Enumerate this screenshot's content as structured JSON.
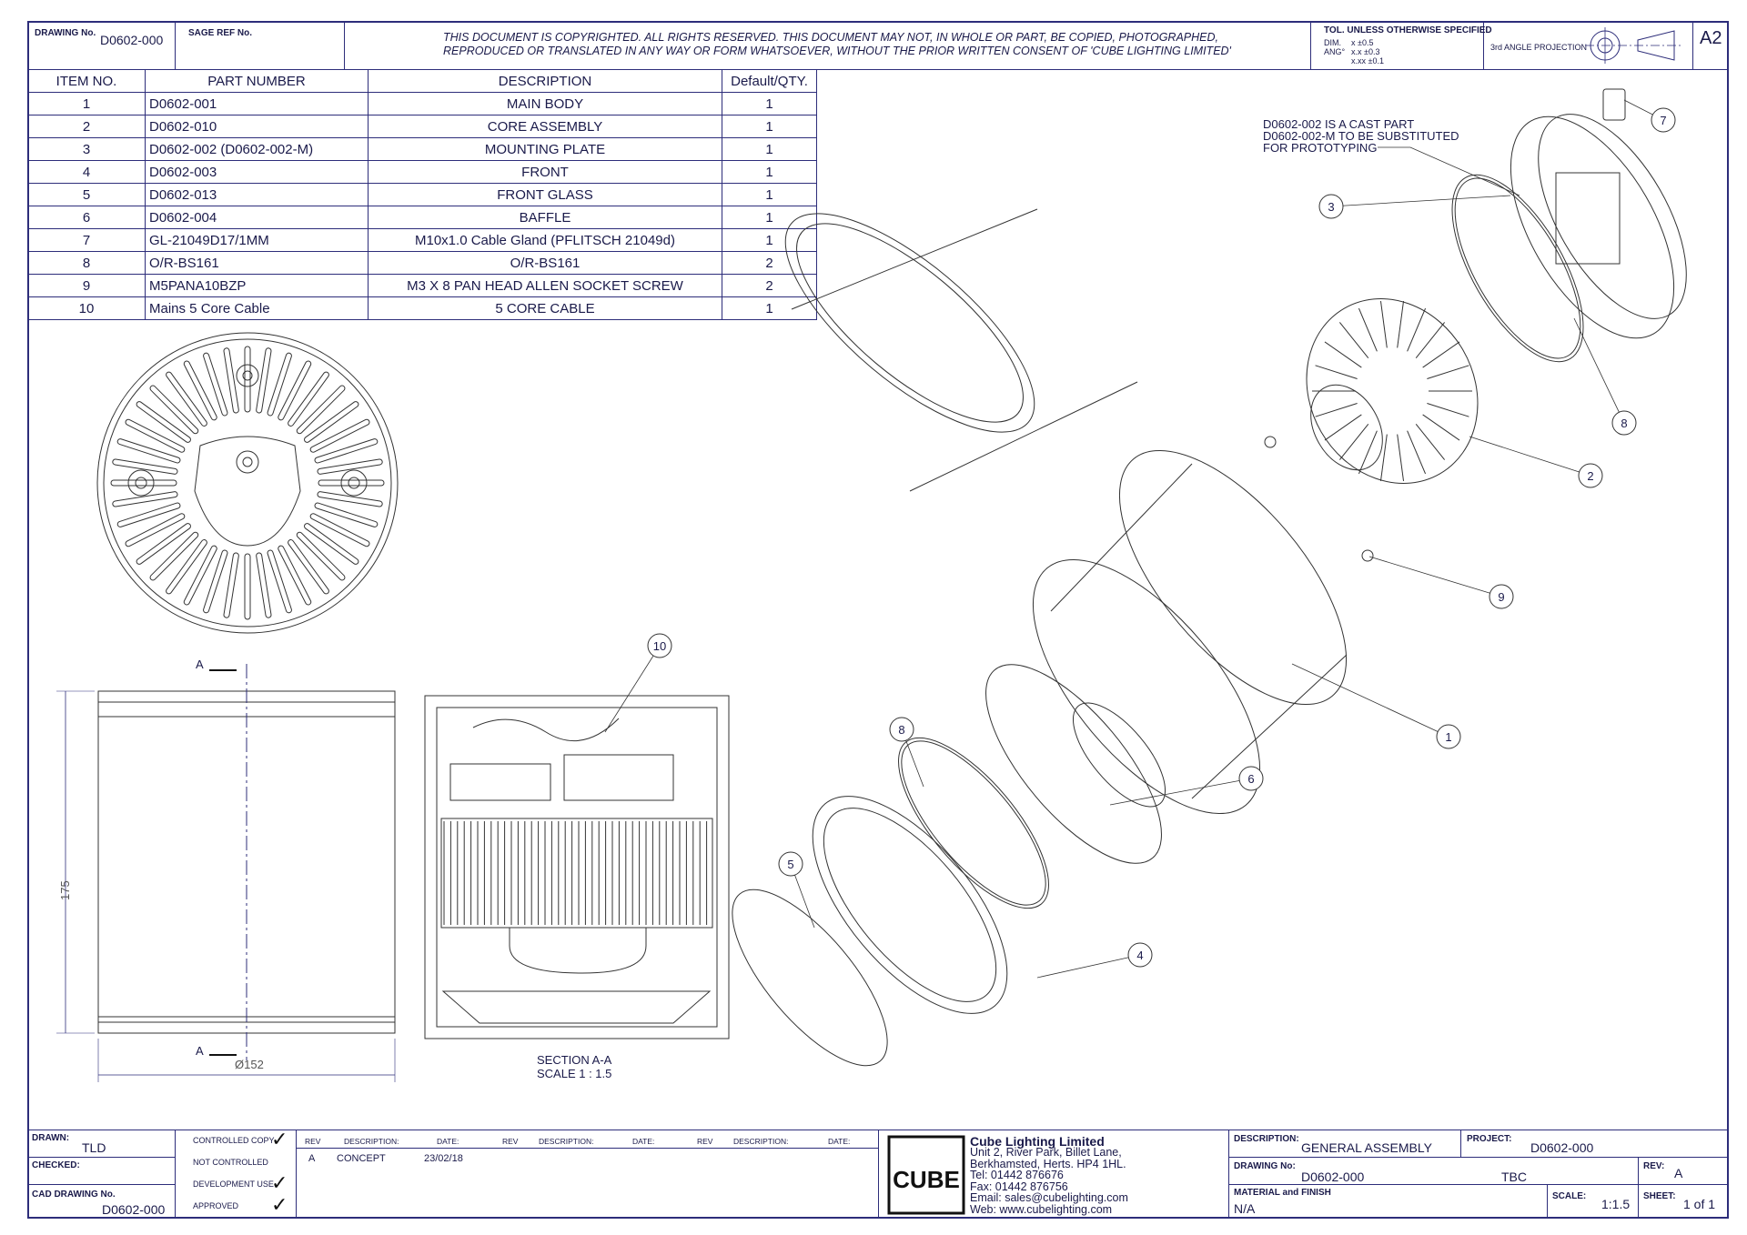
{
  "header": {
    "drawing_no_label": "DRAWING No.",
    "drawing_no": "D0602-000",
    "sage_ref_label": "SAGE REF No.",
    "copyright": "THIS DOCUMENT IS COPYRIGHTED. ALL RIGHTS RESERVED. THIS DOCUMENT MAY NOT, IN WHOLE OR PART, BE COPIED, PHOTOGRAPHED, REPRODUCED OR TRANSLATED IN ANY WAY OR FORM WHATSOEVER, WITHOUT THE PRIOR WRITTEN CONSENT OF 'CUBE LIGHTING LIMITED'",
    "tol_title": "TOL. UNLESS OTHERWISE SPECIFIED",
    "tol_dim": "DIM.",
    "tol_ang": "ANG°",
    "tol_x": "x    ±0.5",
    "tol_xx": "x.x  ±0.3",
    "tol_xxx": "x.xx  ±0.1",
    "projection": "3rd ANGLE PROJECTION",
    "sheet_size": "A2"
  },
  "bom": {
    "headers": [
      "ITEM NO.",
      "PART NUMBER",
      "DESCRIPTION",
      "Default/QTY."
    ],
    "rows": [
      [
        "1",
        "D0602-001",
        "MAIN BODY",
        "1"
      ],
      [
        "2",
        "D0602-010",
        "CORE ASSEMBLY",
        "1"
      ],
      [
        "3",
        "D0602-002 (D0602-002-M)",
        "MOUNTING PLATE",
        "1"
      ],
      [
        "4",
        "D0602-003",
        "FRONT",
        "1"
      ],
      [
        "5",
        "D0602-013",
        "FRONT GLASS",
        "1"
      ],
      [
        "6",
        "D0602-004",
        "BAFFLE",
        "1"
      ],
      [
        "7",
        "GL-21049D17/1MM",
        "M10x1.0 Cable Gland (PFLITSCH 21049d)",
        "1"
      ],
      [
        "8",
        "O/R-BS161",
        "O/R-BS161",
        "2"
      ],
      [
        "9",
        "M5PANA10BZP",
        "M3 X 8 PAN HEAD ALLEN SOCKET SCREW",
        "2"
      ],
      [
        "10",
        "Mains 5 Core Cable",
        "5 CORE CABLE",
        "1"
      ]
    ]
  },
  "drawing": {
    "note_lines": [
      "D0602-002 IS A CAST PART",
      "D0602-002-M TO BE SUBSTITUTED",
      "FOR PROTOTYPING"
    ],
    "section_marker": "A",
    "dim_height": "175",
    "dim_diameter": "Ø152",
    "section_title": "SECTION A-A",
    "section_scale": "SCALE 1 : 1.5",
    "balloons": [
      "1",
      "2",
      "3",
      "4",
      "5",
      "6",
      "7",
      "8",
      "8",
      "9",
      "10"
    ],
    "line_color": "#2d2d7a",
    "part_color": "#333333"
  },
  "title_block": {
    "drawn_label": "DRAWN:",
    "drawn": "TLD",
    "checked_label": "CHECKED:",
    "cad_label": "CAD DRAWING No.",
    "cad_no": "D0602-000",
    "status_items": [
      "CONTROLLED COPY",
      "NOT CONTROLLED",
      "DEVELOPMENT USE",
      "APPROVED"
    ],
    "rev_headers": [
      "REV",
      "DESCRIPTION:",
      "DATE:",
      "REV",
      "DESCRIPTION:",
      "DATE:",
      "REV",
      "DESCRIPTION:",
      "DATE:"
    ],
    "rev_row": {
      "rev": "A",
      "description": "CONCEPT",
      "date": "23/02/18"
    },
    "company_name": "Cube Lighting Limited",
    "address_lines": [
      "Unit 2, River Park, Billet Lane,",
      "Berkhamsted, Herts. HP4 1HL.",
      "Tel: 01442 876676",
      "Fax: 01442 876756",
      "Email: sales@cubelighting.com",
      "Web: www.cubelighting.com"
    ],
    "logo_text": "CUBE",
    "description_label": "DESCRIPTION:",
    "description": "GENERAL ASSEMBLY",
    "project_label": "PROJECT:",
    "project": "D0602-000",
    "drawing_no_label": "DRAWING No:",
    "drawing_no": "D0602-000",
    "tbc": "TBC",
    "rev_label": "REV:",
    "rev": "A",
    "material_label": "MATERIAL and FINISH",
    "material": "N/A",
    "scale_label": "SCALE:",
    "scale": "1:1.5",
    "sheet_label": "SHEET:",
    "sheet": "1 of 1"
  }
}
